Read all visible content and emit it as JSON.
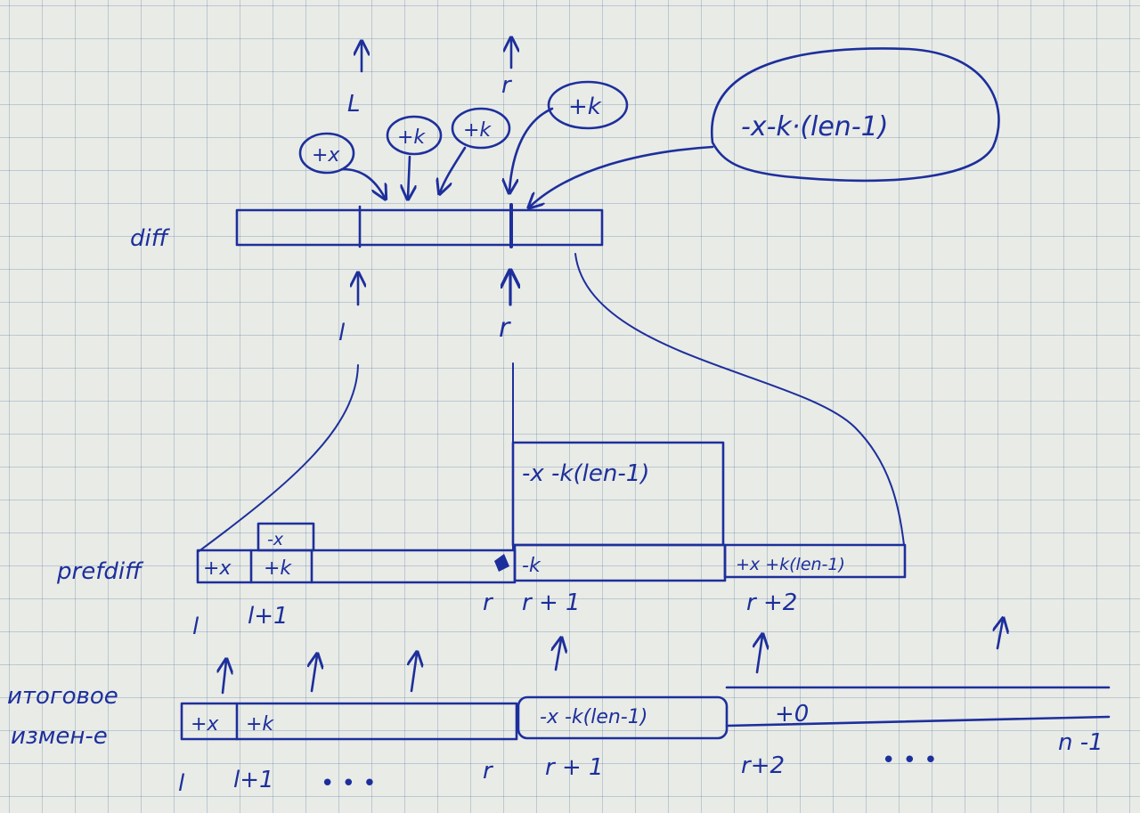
{
  "diagram": {
    "top": {
      "arrow_l_label": "L",
      "arrow_r_label": "r",
      "bubbles": [
        "+x",
        "+k",
        "+k",
        "+k"
      ],
      "big_bubble": "-x-k·(len-1)"
    },
    "diff": {
      "label": "diff",
      "index_l": "l",
      "index_r": "r"
    },
    "prefdiff": {
      "label": "prefdiff",
      "boxes": {
        "stack_top": "-x",
        "tall_box": "-x -k(len-1)"
      },
      "cells": [
        "+x",
        "+k",
        "-k",
        "+x +k(len-1)"
      ],
      "indices": [
        "l",
        "l+1",
        "r",
        "r + 1",
        "r +2"
      ]
    },
    "result": {
      "label_line1": "итоговое",
      "label_line2": "измен-е",
      "cells": [
        "+x",
        "+k",
        "-x -k(len-1)",
        "+0"
      ],
      "indices": [
        "l",
        "l+1",
        "• • •",
        "r",
        "r + 1",
        "r+2",
        "• • •",
        "n -1"
      ]
    }
  }
}
